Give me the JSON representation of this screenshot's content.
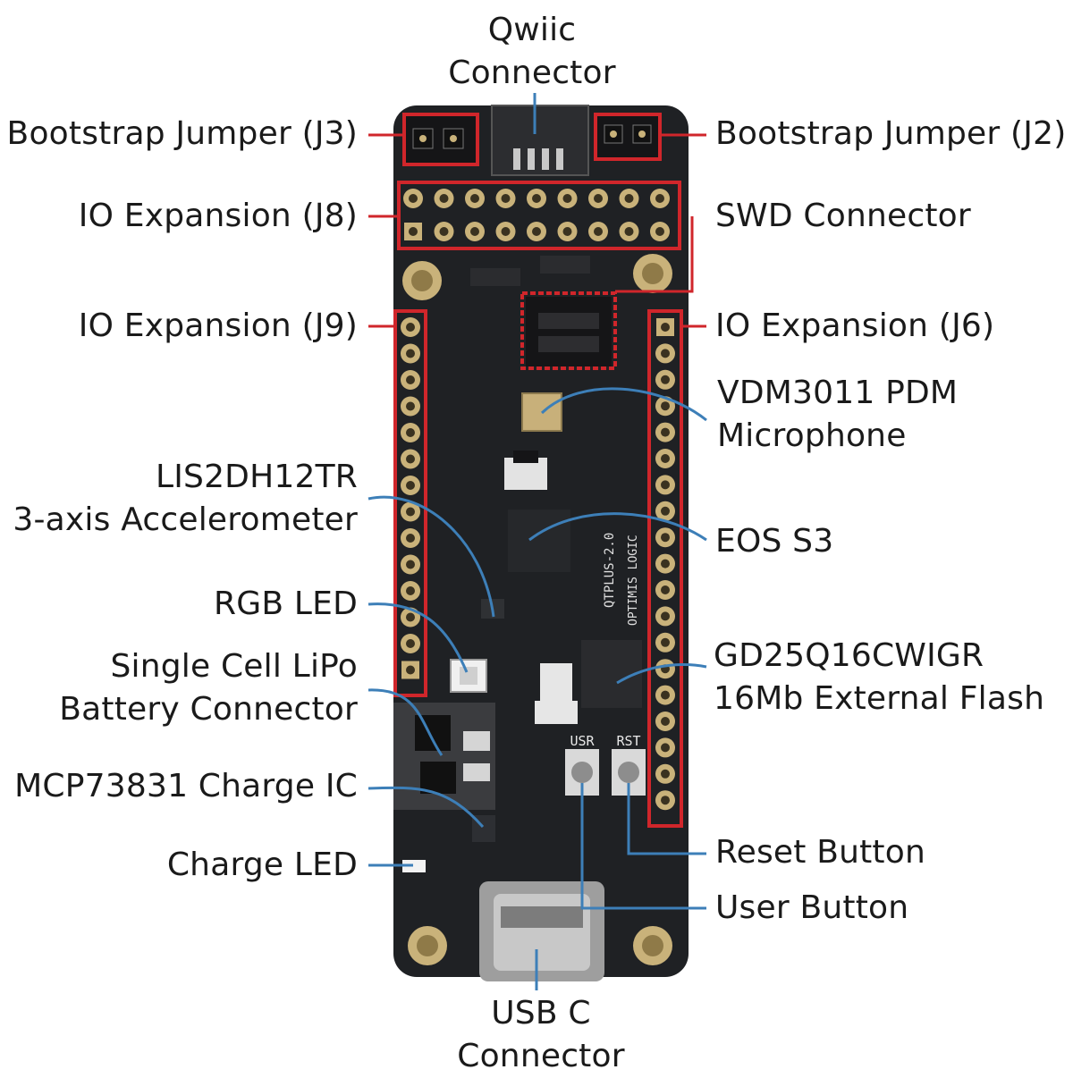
{
  "labels": {
    "qwiic": [
      "Qwiic",
      "Connector"
    ],
    "bootstrap_j3": "Bootstrap Jumper (J3)",
    "bootstrap_j2": "Bootstrap Jumper (J2)",
    "io_j8": "IO Expansion (J8)",
    "swd": "SWD Connector",
    "io_j9": "IO Expansion (J9)",
    "io_j6": "IO Expansion (J6)",
    "mic": [
      "VDM3011 PDM",
      "Microphone"
    ],
    "accel": [
      "LIS2DH12TR",
      "3-axis Accelerometer"
    ],
    "eos": "EOS S3",
    "rgb_led": "RGB LED",
    "battery": [
      "Single Cell LiPo",
      "Battery Connector"
    ],
    "flash": [
      "GD25Q16CWIGR",
      "16Mb External Flash"
    ],
    "charge_ic": "MCP73831 Charge IC",
    "reset_button": "Reset Button",
    "charge_led": "Charge LED",
    "user_button": "User Button",
    "usb": [
      "USB C",
      "Connector"
    ]
  },
  "silkscreen": {
    "usr": "USR",
    "rst": "RST",
    "board_name": "QTPLUS-2.0",
    "brand": "OPTIMIS LOGIC"
  },
  "colors": {
    "board": "#1f2124",
    "gold": "#c9b27a",
    "red_outline": "#d0262b",
    "blue_leader": "#3d7fb8"
  }
}
